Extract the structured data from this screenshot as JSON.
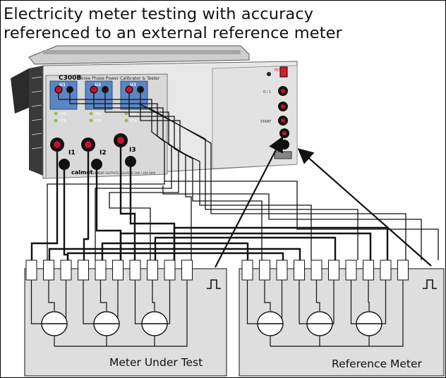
{
  "diagram": {
    "title_line1": "Electricity meter testing with accuracy",
    "title_line2": "referenced to an external reference meter"
  },
  "device": {
    "brand_model": "C300B",
    "model_description": "Three Phase Power Calibrator & Tester",
    "maker": "calmet",
    "front_note": "CURRENT OUTPUTS  ISOLATED  30A / 20A MAX",
    "voltage_channels": [
      "U1",
      "U2",
      "U3"
    ],
    "current_channels": [
      "I1",
      "I2",
      "I3"
    ],
    "indicator_labels": [
      "OVL",
      "STB"
    ],
    "power_label": "POWER",
    "right_panel_labels": [
      "0 / 1",
      "",
      "START",
      "",
      "",
      ""
    ]
  },
  "meters": [
    {
      "label": "Meter Under Test",
      "pulse_icon": "square-pulse-icon"
    },
    {
      "label": "Reference Meter",
      "pulse_icon": "square-pulse-icon"
    }
  ],
  "colors": {
    "device_body": "#e9e9e9",
    "device_panel": "#d6d6d6",
    "meter_fill": "#dedede",
    "wire": "#111111",
    "terminal_red": "#c8102e"
  }
}
